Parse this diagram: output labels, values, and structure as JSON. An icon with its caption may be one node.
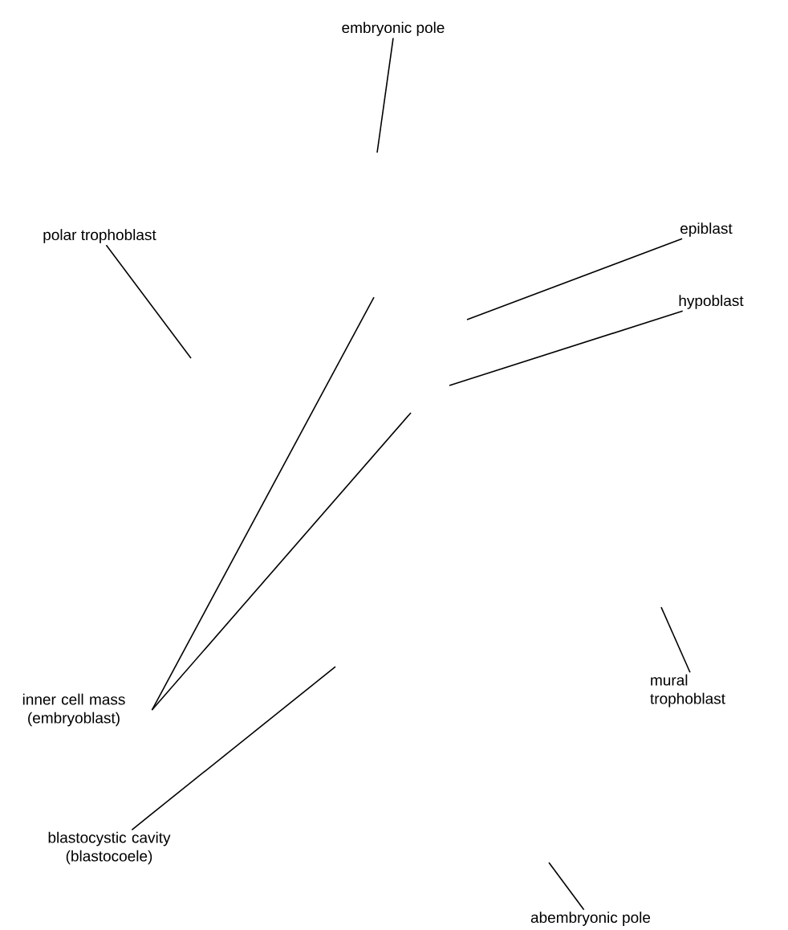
{
  "diagram": {
    "nodes": [
      {
        "text": [
          "embryonic pole"
        ]
      },
      {
        "text": [
          "polar trophoblast"
        ]
      },
      {
        "text": [
          "epiblast"
        ]
      },
      {
        "text": [
          "hypoblast"
        ]
      },
      {
        "text": [
          "inner cell mass (embryoblast)"
        ]
      },
      {
        "text": [
          "mural trophoblast"
        ]
      },
      {
        "text": [
          "blastocystic cavity (blastocoele)"
        ]
      },
      {
        "text": [
          "abembryonic pole"
        ]
      }
    ],
    "edges": [
      {
        "from": 0,
        "to": null,
        "arrow": "none"
      },
      {
        "from": 1,
        "to": null,
        "arrow": "none"
      },
      {
        "from": 2,
        "to": null,
        "arrow": "none"
      },
      {
        "from": 3,
        "to": null,
        "arrow": "none"
      },
      {
        "from": 4,
        "to": null,
        "arrow": "none"
      },
      {
        "from": 4,
        "to": null,
        "arrow": "none"
      },
      {
        "from": 5,
        "to": null,
        "arrow": "none"
      },
      {
        "from": 6,
        "to": null,
        "arrow": "none"
      },
      {
        "from": 7,
        "to": null,
        "arrow": "none"
      }
    ]
  }
}
